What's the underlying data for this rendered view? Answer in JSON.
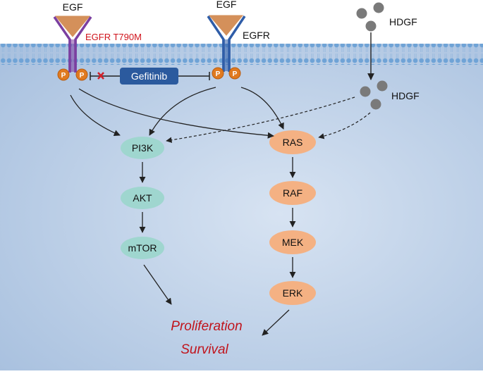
{
  "labels": {
    "egf_left": "EGF",
    "egf_center": "EGF",
    "egfr_mutant": "EGFR T790M",
    "egfr_wt": "EGFR",
    "hdgf_top": "HDGF",
    "hdgf_mid": "HDGF",
    "drug": "Gefitinib",
    "phospho": "P",
    "outcome_line1": "Proliferation",
    "outcome_line2": "Survival"
  },
  "pi3k_pathway": [
    "PI3K",
    "AKT",
    "mTOR"
  ],
  "ras_pathway": [
    "RAS",
    "RAF",
    "MEK",
    "ERK"
  ],
  "colors": {
    "membrane_head": "#6fa3d6",
    "cytoplasm": "#b9cde6",
    "ligand_egf": "#d4905a",
    "receptor_mutant": "#7b3fa0",
    "receptor_wt": "#2f5da8",
    "phospho": "#e07a20",
    "drug_box": "#2b5a9e",
    "inhibition_mark": "#d0202a",
    "pi3k_node": "#9fd6cf",
    "ras_node": "#f4b183",
    "hdgf_dot": "#7a7a7a",
    "outcome_text": "#c0141c",
    "mutant_label": "#d0141c"
  }
}
